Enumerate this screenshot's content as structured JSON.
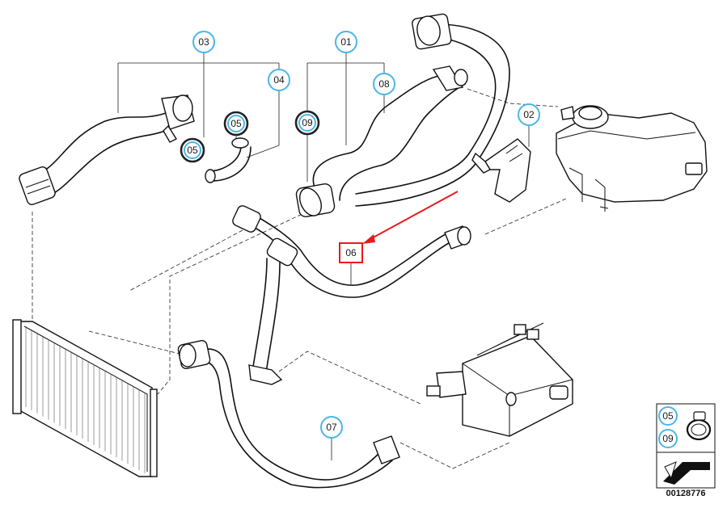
{
  "callouts": [
    {
      "id": "c03",
      "label": "03"
    },
    {
      "id": "c04",
      "label": "04"
    },
    {
      "id": "c05a",
      "label": "05"
    },
    {
      "id": "c05b",
      "label": "05"
    },
    {
      "id": "c01",
      "label": "01"
    },
    {
      "id": "c08",
      "label": "08"
    },
    {
      "id": "c09",
      "label": "09"
    },
    {
      "id": "c02",
      "label": "02"
    },
    {
      "id": "c06",
      "label": "06"
    },
    {
      "id": "c07",
      "label": "07"
    }
  ],
  "legend": {
    "label_top": "05",
    "label_bottom": "09"
  },
  "document_number": "00128776",
  "colors": {
    "callout_ring": "#4ab6e8",
    "highlight": "#e8191f",
    "line": "#111111"
  }
}
